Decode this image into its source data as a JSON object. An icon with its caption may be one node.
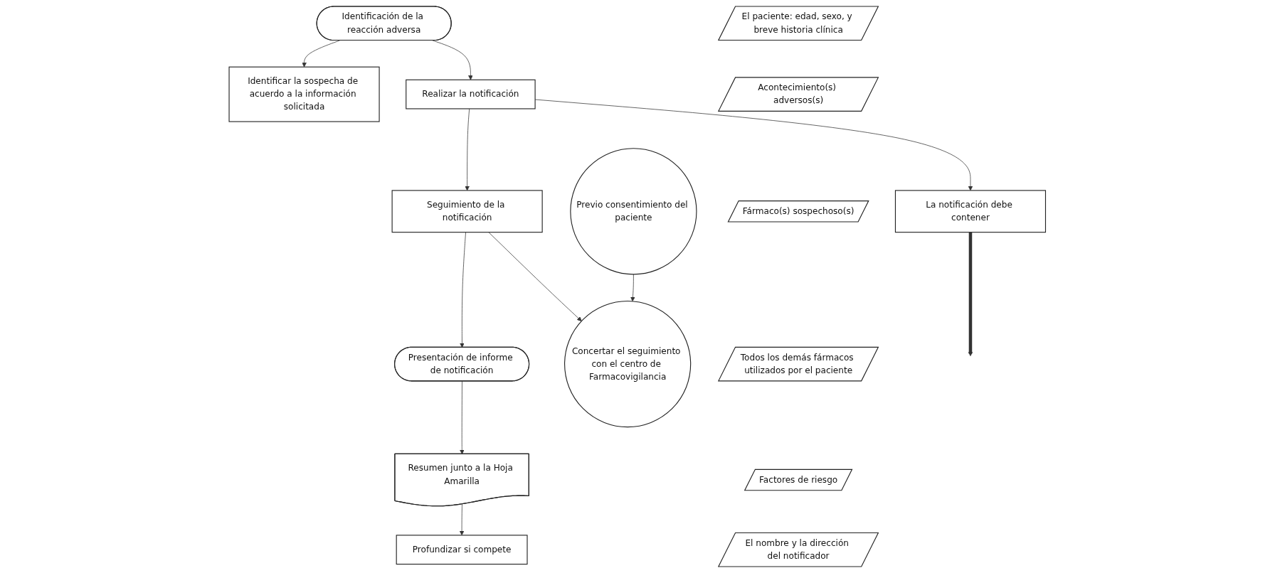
{
  "diagram": {
    "nodes": [
      {
        "text": [
          "Identificación de la reacción adversa"
        ]
      },
      {
        "text": [
          "Identificar la sospecha de acuerdo a la información solicitada"
        ]
      },
      {
        "text": [
          "Realizar la notificación"
        ]
      },
      {
        "text": [
          "La notificación debe contener"
        ]
      },
      {
        "text": [
          "El paciente: edad, sexo, y breve historia clínica"
        ]
      },
      {
        "text": [
          "Acontecimiento(s) adversos(s)"
        ]
      },
      {
        "text": [
          "Fármaco(s) sospechoso(s)"
        ]
      },
      {
        "text": [
          "Todos los demás fármacos utilizados por el paciente"
        ]
      },
      {
        "text": [
          "Factores de riesgo"
        ]
      },
      {
        "text": [
          "El nombre y la dirección del notificador"
        ]
      },
      {
        "text": [
          "Seguimiento de la notificación"
        ]
      },
      {
        "text": [
          "Concertar el seguimiento con el centro de Farmacovigilancia"
        ]
      },
      {
        "text": [
          "Previo consentimiento del paciente"
        ]
      },
      {
        "text": [
          "Presentación de informe de notificación"
        ]
      },
      {
        "text": [
          "Resumen junto a la Hoja Amarilla"
        ]
      },
      {
        "text": [
          "Profundizar si compete"
        ]
      }
    ],
    "edges": [
      {
        "from": 0,
        "to": 1,
        "arrow": "to"
      },
      {
        "from": 0,
        "to": 2,
        "arrow": "to"
      },
      {
        "from": 2,
        "to": 3,
        "arrow": "to"
      },
      {
        "from": 3,
        "to": null,
        "arrow": "to",
        "style": "thick"
      },
      {
        "from": 2,
        "to": 10,
        "arrow": "to"
      },
      {
        "from": 10,
        "to": 11,
        "arrow": "to"
      },
      {
        "from": 12,
        "to": 11,
        "arrow": "to"
      },
      {
        "from": 10,
        "to": 13,
        "arrow": "to"
      },
      {
        "from": 13,
        "to": 14,
        "arrow": "to"
      },
      {
        "from": 14,
        "to": 15,
        "arrow": "to"
      }
    ]
  }
}
